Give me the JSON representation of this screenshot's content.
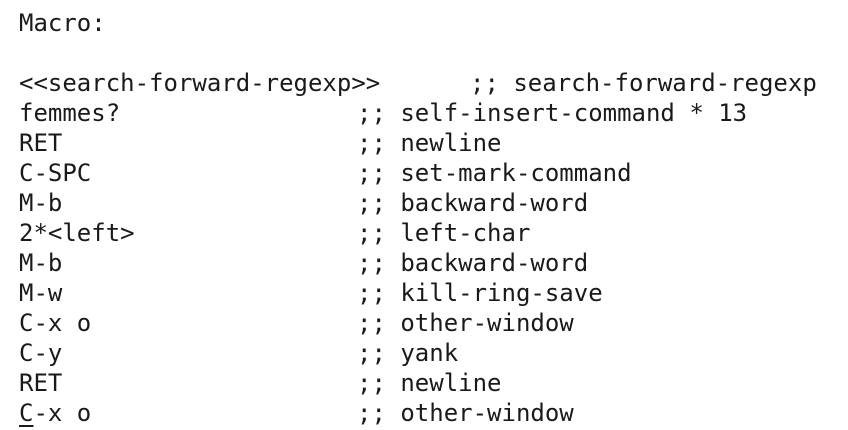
{
  "header": {
    "title": "Macro:"
  },
  "macro_lines": [
    {
      "keys": "<<search-forward-regexp>>",
      "comment": ";; search-forward-regexp",
      "wide": true
    },
    {
      "keys": "femmes?",
      "comment": ";; self-insert-command * 13"
    },
    {
      "keys": "RET",
      "comment": ";; newline"
    },
    {
      "keys": "C-SPC",
      "comment": ";; set-mark-command"
    },
    {
      "keys": "M-b",
      "comment": ";; backward-word"
    },
    {
      "keys": "2*<left>",
      "comment": ";; left-char"
    },
    {
      "keys": "M-b",
      "comment": ";; backward-word"
    },
    {
      "keys": "M-w",
      "comment": ";; kill-ring-save"
    },
    {
      "keys": "C-x o",
      "comment": ";; other-window"
    },
    {
      "keys": "C-y",
      "comment": ";; yank"
    },
    {
      "keys": "RET",
      "comment": ";; newline"
    },
    {
      "keys": "C-x o",
      "comment": ";; other-window",
      "cursor": true
    }
  ]
}
